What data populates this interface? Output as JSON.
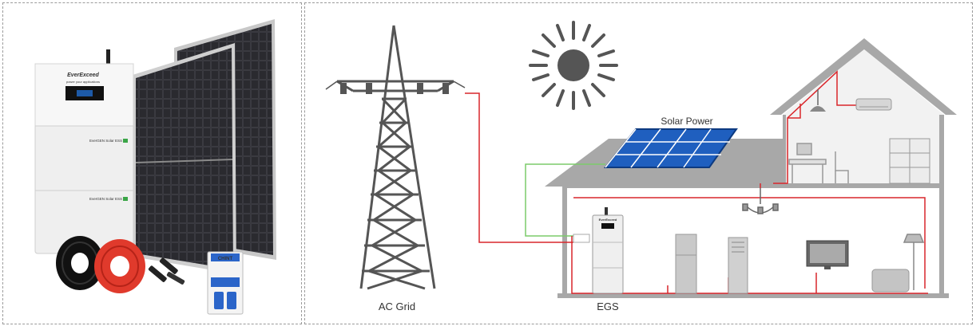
{
  "product": {
    "brand": "EverExceed",
    "tagline": "power your applications",
    "module_labels": [
      "EverGEN Solar ESS",
      "EverGEN Solar ESS"
    ],
    "breaker_brand": "CHINT"
  },
  "diagram": {
    "solar_label": "Solar Power",
    "grid_label": "AC Grid",
    "egs_label": "EGS",
    "unit_brand": "EverExceed"
  },
  "colors": {
    "wire_red": "#d9262b",
    "wire_green": "#7ccb6a",
    "panel_blue": "#1f5fbf",
    "house_gray": "#a8a8a8",
    "tower_gray": "#555555"
  }
}
